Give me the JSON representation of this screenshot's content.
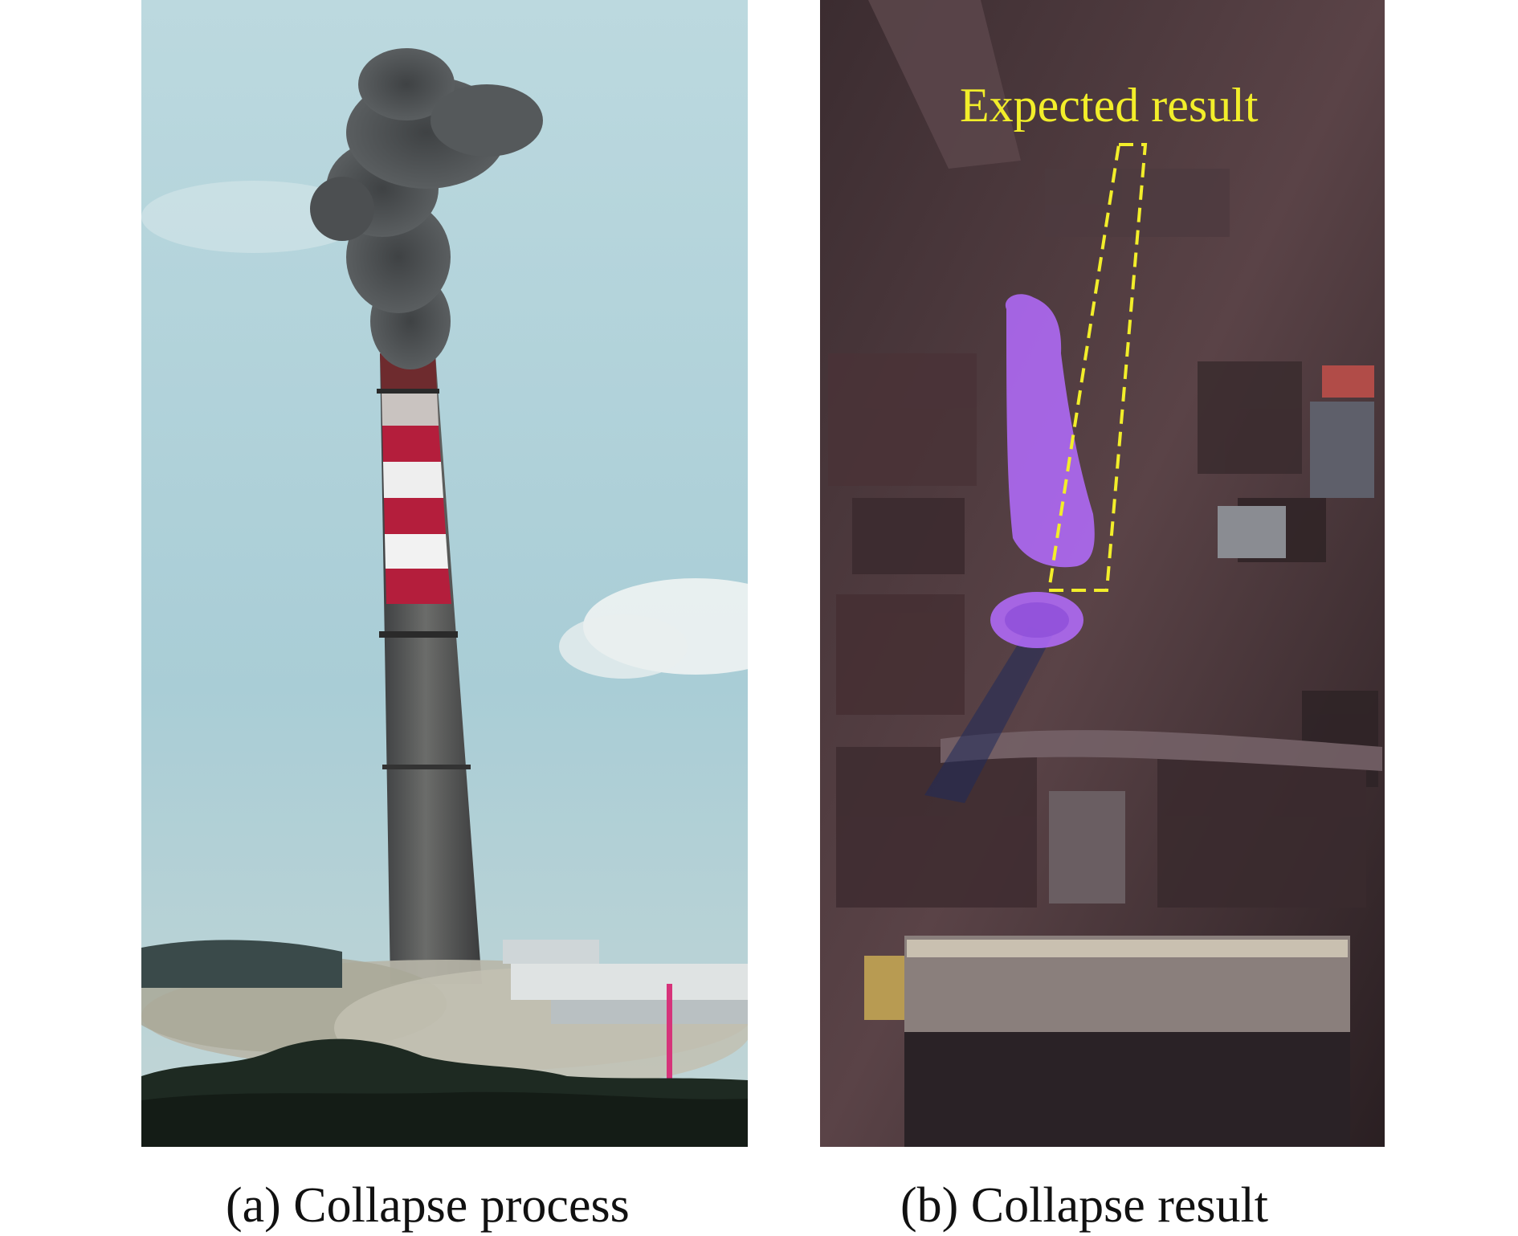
{
  "panels": {
    "a": {
      "caption": "(a) Collapse process",
      "subject": "chimney-collapse-photo"
    },
    "b": {
      "caption": "(b) Collapse result",
      "subject": "aerial-collapse-result-photo",
      "annotation": "Expected result"
    }
  },
  "colors": {
    "annotation": "#f2ee2a",
    "highlight": "#b46cff",
    "chimney_red": "#b41e3c",
    "sky": "#a9cdd6"
  }
}
